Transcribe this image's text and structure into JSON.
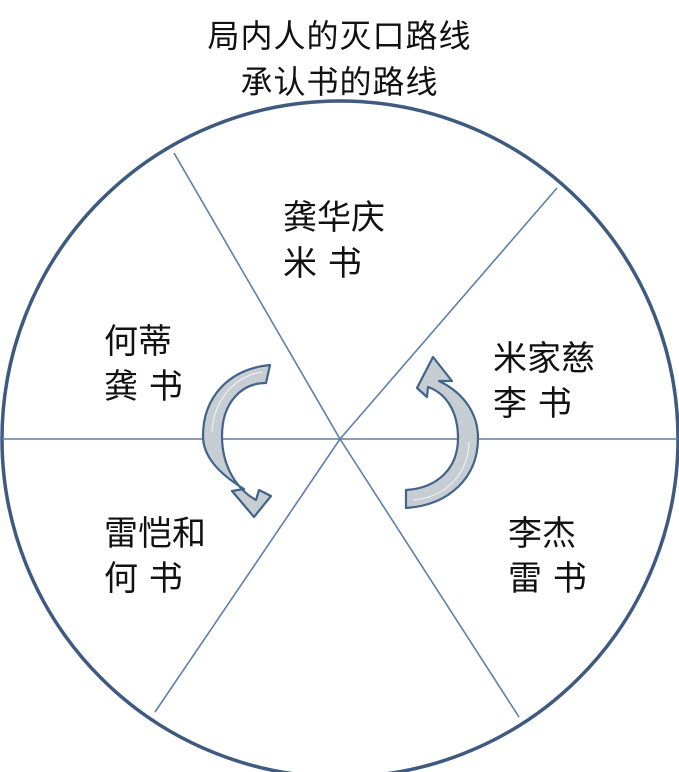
{
  "title": {
    "line1": "局内人的灭口路线",
    "line2": "承认书的路线"
  },
  "colors": {
    "circle_stroke": "#3f5a80",
    "divider_stroke": "#5d7fa8",
    "arrow_fill": "#c6cdd3",
    "arrow_stroke": "#42638a",
    "text": "#111111"
  },
  "segments": [
    {
      "id": "top",
      "line1": "龚华庆",
      "line2": "米 书"
    },
    {
      "id": "upper-right",
      "line1": "米家慈",
      "line2": "李 书"
    },
    {
      "id": "lower-right",
      "line1": "李杰",
      "line2": "雷 书"
    },
    {
      "id": "lower-left",
      "line1": "雷恺和",
      "line2": "何 书"
    },
    {
      "id": "upper-left",
      "line1": "何蒂",
      "line2": "龚 书"
    }
  ],
  "arrows": [
    {
      "id": "left",
      "icon": "curved-arrow-clockwise-icon"
    },
    {
      "id": "right",
      "icon": "curved-arrow-counterclockwise-icon"
    }
  ]
}
